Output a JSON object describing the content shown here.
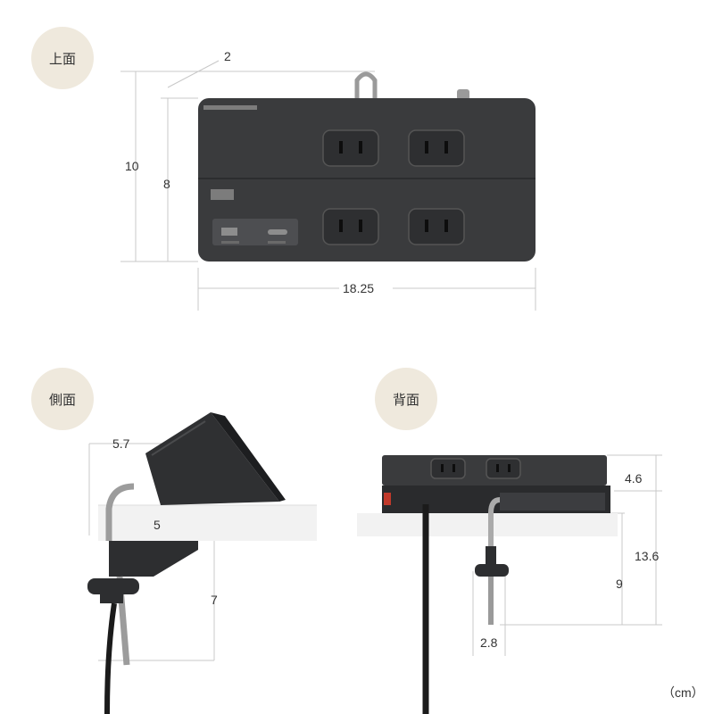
{
  "views": {
    "top": {
      "label": "上面",
      "dims": {
        "total_height": "10",
        "inner_height": "8",
        "tab": "2",
        "width": "18.25"
      }
    },
    "side": {
      "label": "側面",
      "dims": {
        "depth": "5.7",
        "desk_depth": "5",
        "clamp_height": "7"
      }
    },
    "back": {
      "label": "背面",
      "dims": {
        "body_height": "4.6",
        "total_height": "13.6",
        "clamp_height": "9",
        "clamp_width": "2.8"
      }
    }
  },
  "unit_label": "（cm）",
  "colors": {
    "body": "#3a3b3d",
    "badge": "#efe9dd",
    "desk": "#f2f2f2",
    "dim_line": "#bbbbbb"
  }
}
